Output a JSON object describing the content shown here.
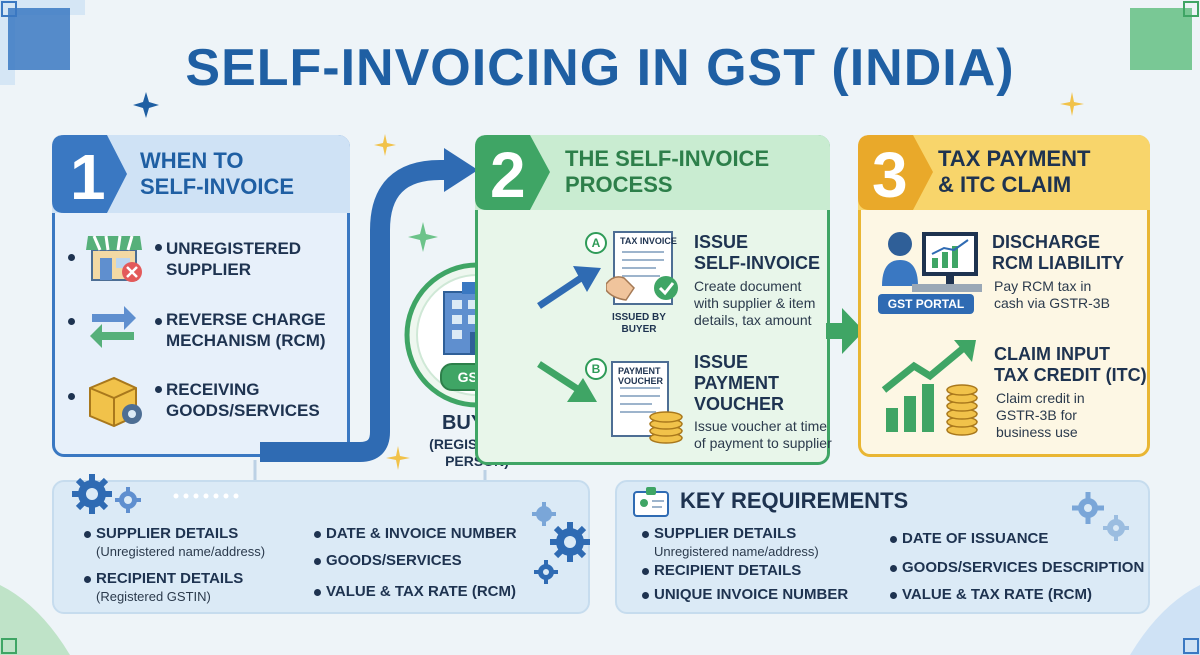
{
  "title": "SELF-INVOICING IN GST (INDIA)",
  "section1": {
    "number": "1",
    "title_line1": "WHEN TO",
    "title_line2": "SELF-INVOICE",
    "items": [
      {
        "line1": "UNREGISTERED",
        "line2": "SUPPLIER"
      },
      {
        "line1": "REVERSE CHARGE",
        "line2": "MECHANISM (RCM)"
      },
      {
        "line1": "RECEIVING",
        "line2": "GOODS/SERVICES"
      }
    ]
  },
  "buyer": {
    "badge": "GSTIN",
    "label": "BUYER",
    "sub_line1": "(REGISTERED",
    "sub_line2": "PERSON)"
  },
  "section2": {
    "number": "2",
    "title_line1": "THE SELF-INVOICE",
    "title_line2": "PROCESS",
    "step_a": {
      "badge": "A",
      "doc_label": "TAX INVOICE",
      "doc_caption_line1": "ISSUED BY",
      "doc_caption_line2": "BUYER",
      "title_line1": "ISSUE",
      "title_line2": "SELF-INVOICE",
      "desc_line1": "Create document",
      "desc_line2": "with supplier & item",
      "desc_line3": "details, tax amount"
    },
    "step_b": {
      "badge": "B",
      "doc_label_line1": "PAYMENT",
      "doc_label_line2": "VOUCHER",
      "title_line1": "ISSUE",
      "title_line2": "PAYMENT",
      "title_line3": "VOUCHER",
      "desc_line1": "Issue voucher at time",
      "desc_line2": "of payment to supplier"
    }
  },
  "section3": {
    "number": "3",
    "title_line1": "TAX PAYMENT",
    "title_line2": "& ITC CLAIM",
    "portal_label": "GST PORTAL",
    "item1": {
      "title_line1": "DISCHARGE",
      "title_line2": "RCM LIABILITY",
      "desc_line1": "Pay RCM tax in",
      "desc_line2": "cash via GSTR-3B"
    },
    "item2": {
      "title_line1": "CLAIM INPUT",
      "title_line2": "TAX CREDIT (ITC)",
      "desc_line1": "Claim credit in",
      "desc_line2": "GSTR-3B for",
      "desc_line3": "business use"
    }
  },
  "left_box": {
    "col1": [
      {
        "title": "SUPPLIER DETAILS",
        "sub": "(Unregistered name/address)"
      },
      {
        "title": "RECIPIENT DETAILS",
        "sub": "(Registered GSTIN)"
      }
    ],
    "col2": [
      "DATE & INVOICE NUMBER",
      "GOODS/SERVICES",
      "VALUE & TAX RATE (RCM)"
    ]
  },
  "right_box": {
    "title": "KEY REQUIREMENTS",
    "col1": [
      {
        "title": "SUPPLIER DETAILS",
        "sub": "Unregistered name/address)"
      },
      {
        "title": "RECIPIENT DETAILS",
        "sub": ""
      },
      {
        "title": "UNIQUE INVOICE NUMBER",
        "sub": ""
      }
    ],
    "col2": [
      "DATE OF ISSUANCE",
      "GOODS/SERVICES DESCRIPTION",
      "VALUE & TAX RATE (RCM)"
    ]
  },
  "colors": {
    "blue": "#3a78c2",
    "green": "#3fa565",
    "yellow": "#e9b633",
    "title": "#1f5fa3"
  }
}
